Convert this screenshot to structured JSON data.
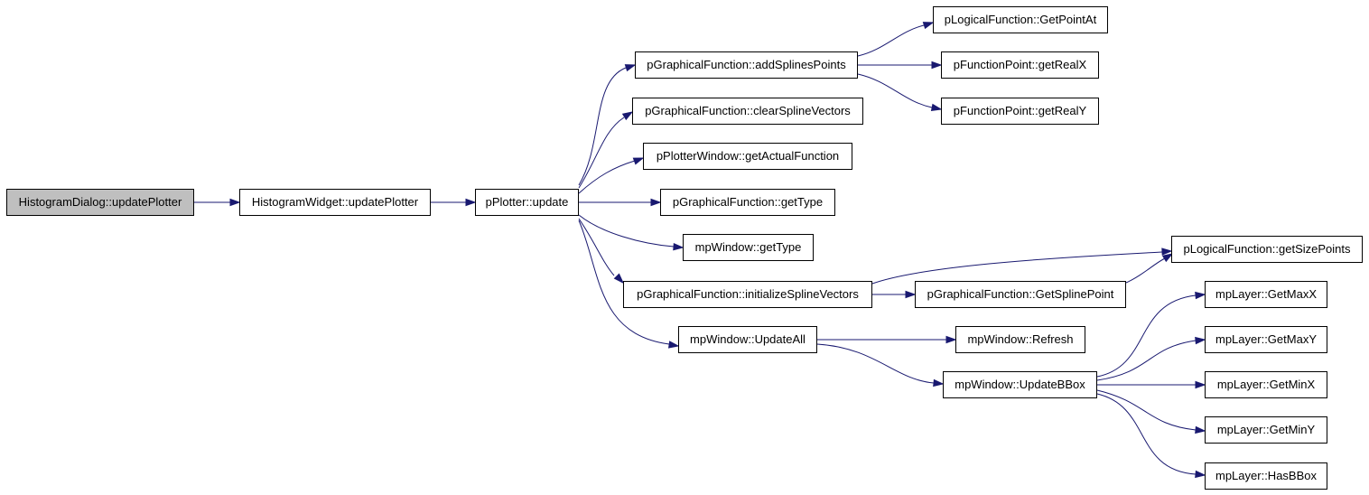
{
  "graph": {
    "nodes": [
      {
        "id": "n0",
        "label": "HistogramDialog::updatePlotter",
        "root": true
      },
      {
        "id": "n1",
        "label": "HistogramWidget::updatePlotter"
      },
      {
        "id": "n2",
        "label": "pPlotter::update"
      },
      {
        "id": "n3",
        "label": "pGraphicalFunction::addSplinesPoints"
      },
      {
        "id": "n4",
        "label": "pGraphicalFunction::clearSplineVectors"
      },
      {
        "id": "n5",
        "label": "pPlotterWindow::getActualFunction"
      },
      {
        "id": "n6",
        "label": "pGraphicalFunction::getType"
      },
      {
        "id": "n7",
        "label": "mpWindow::getType"
      },
      {
        "id": "n8",
        "label": "pGraphicalFunction::initializeSplineVectors"
      },
      {
        "id": "n9",
        "label": "mpWindow::UpdateAll"
      },
      {
        "id": "n10",
        "label": "pLogicalFunction::GetPointAt"
      },
      {
        "id": "n11",
        "label": "pFunctionPoint::getRealX"
      },
      {
        "id": "n12",
        "label": "pFunctionPoint::getRealY"
      },
      {
        "id": "n13",
        "label": "pLogicalFunction::getSizePoints"
      },
      {
        "id": "n14",
        "label": "pGraphicalFunction::GetSplinePoint"
      },
      {
        "id": "n15",
        "label": "mpWindow::Refresh"
      },
      {
        "id": "n16",
        "label": "mpWindow::UpdateBBox"
      },
      {
        "id": "n17",
        "label": "mpLayer::GetMaxX"
      },
      {
        "id": "n18",
        "label": "mpLayer::GetMaxY"
      },
      {
        "id": "n19",
        "label": "mpLayer::GetMinX"
      },
      {
        "id": "n20",
        "label": "mpLayer::GetMinY"
      },
      {
        "id": "n21",
        "label": "mpLayer::HasBBox"
      }
    ],
    "edges": [
      {
        "from": "n0",
        "to": "n1"
      },
      {
        "from": "n1",
        "to": "n2"
      },
      {
        "from": "n2",
        "to": "n3"
      },
      {
        "from": "n2",
        "to": "n4"
      },
      {
        "from": "n2",
        "to": "n5"
      },
      {
        "from": "n2",
        "to": "n6"
      },
      {
        "from": "n2",
        "to": "n7"
      },
      {
        "from": "n2",
        "to": "n8"
      },
      {
        "from": "n2",
        "to": "n9"
      },
      {
        "from": "n3",
        "to": "n10"
      },
      {
        "from": "n3",
        "to": "n11"
      },
      {
        "from": "n3",
        "to": "n12"
      },
      {
        "from": "n8",
        "to": "n13"
      },
      {
        "from": "n8",
        "to": "n14"
      },
      {
        "from": "n14",
        "to": "n13"
      },
      {
        "from": "n9",
        "to": "n15"
      },
      {
        "from": "n9",
        "to": "n16"
      },
      {
        "from": "n16",
        "to": "n17"
      },
      {
        "from": "n16",
        "to": "n18"
      },
      {
        "from": "n16",
        "to": "n19"
      },
      {
        "from": "n16",
        "to": "n20"
      },
      {
        "from": "n16",
        "to": "n21"
      }
    ],
    "colors": {
      "edge": "#191970",
      "root_fill": "#bfbfbf",
      "node_fill": "#ffffff",
      "node_border": "#000000"
    }
  }
}
